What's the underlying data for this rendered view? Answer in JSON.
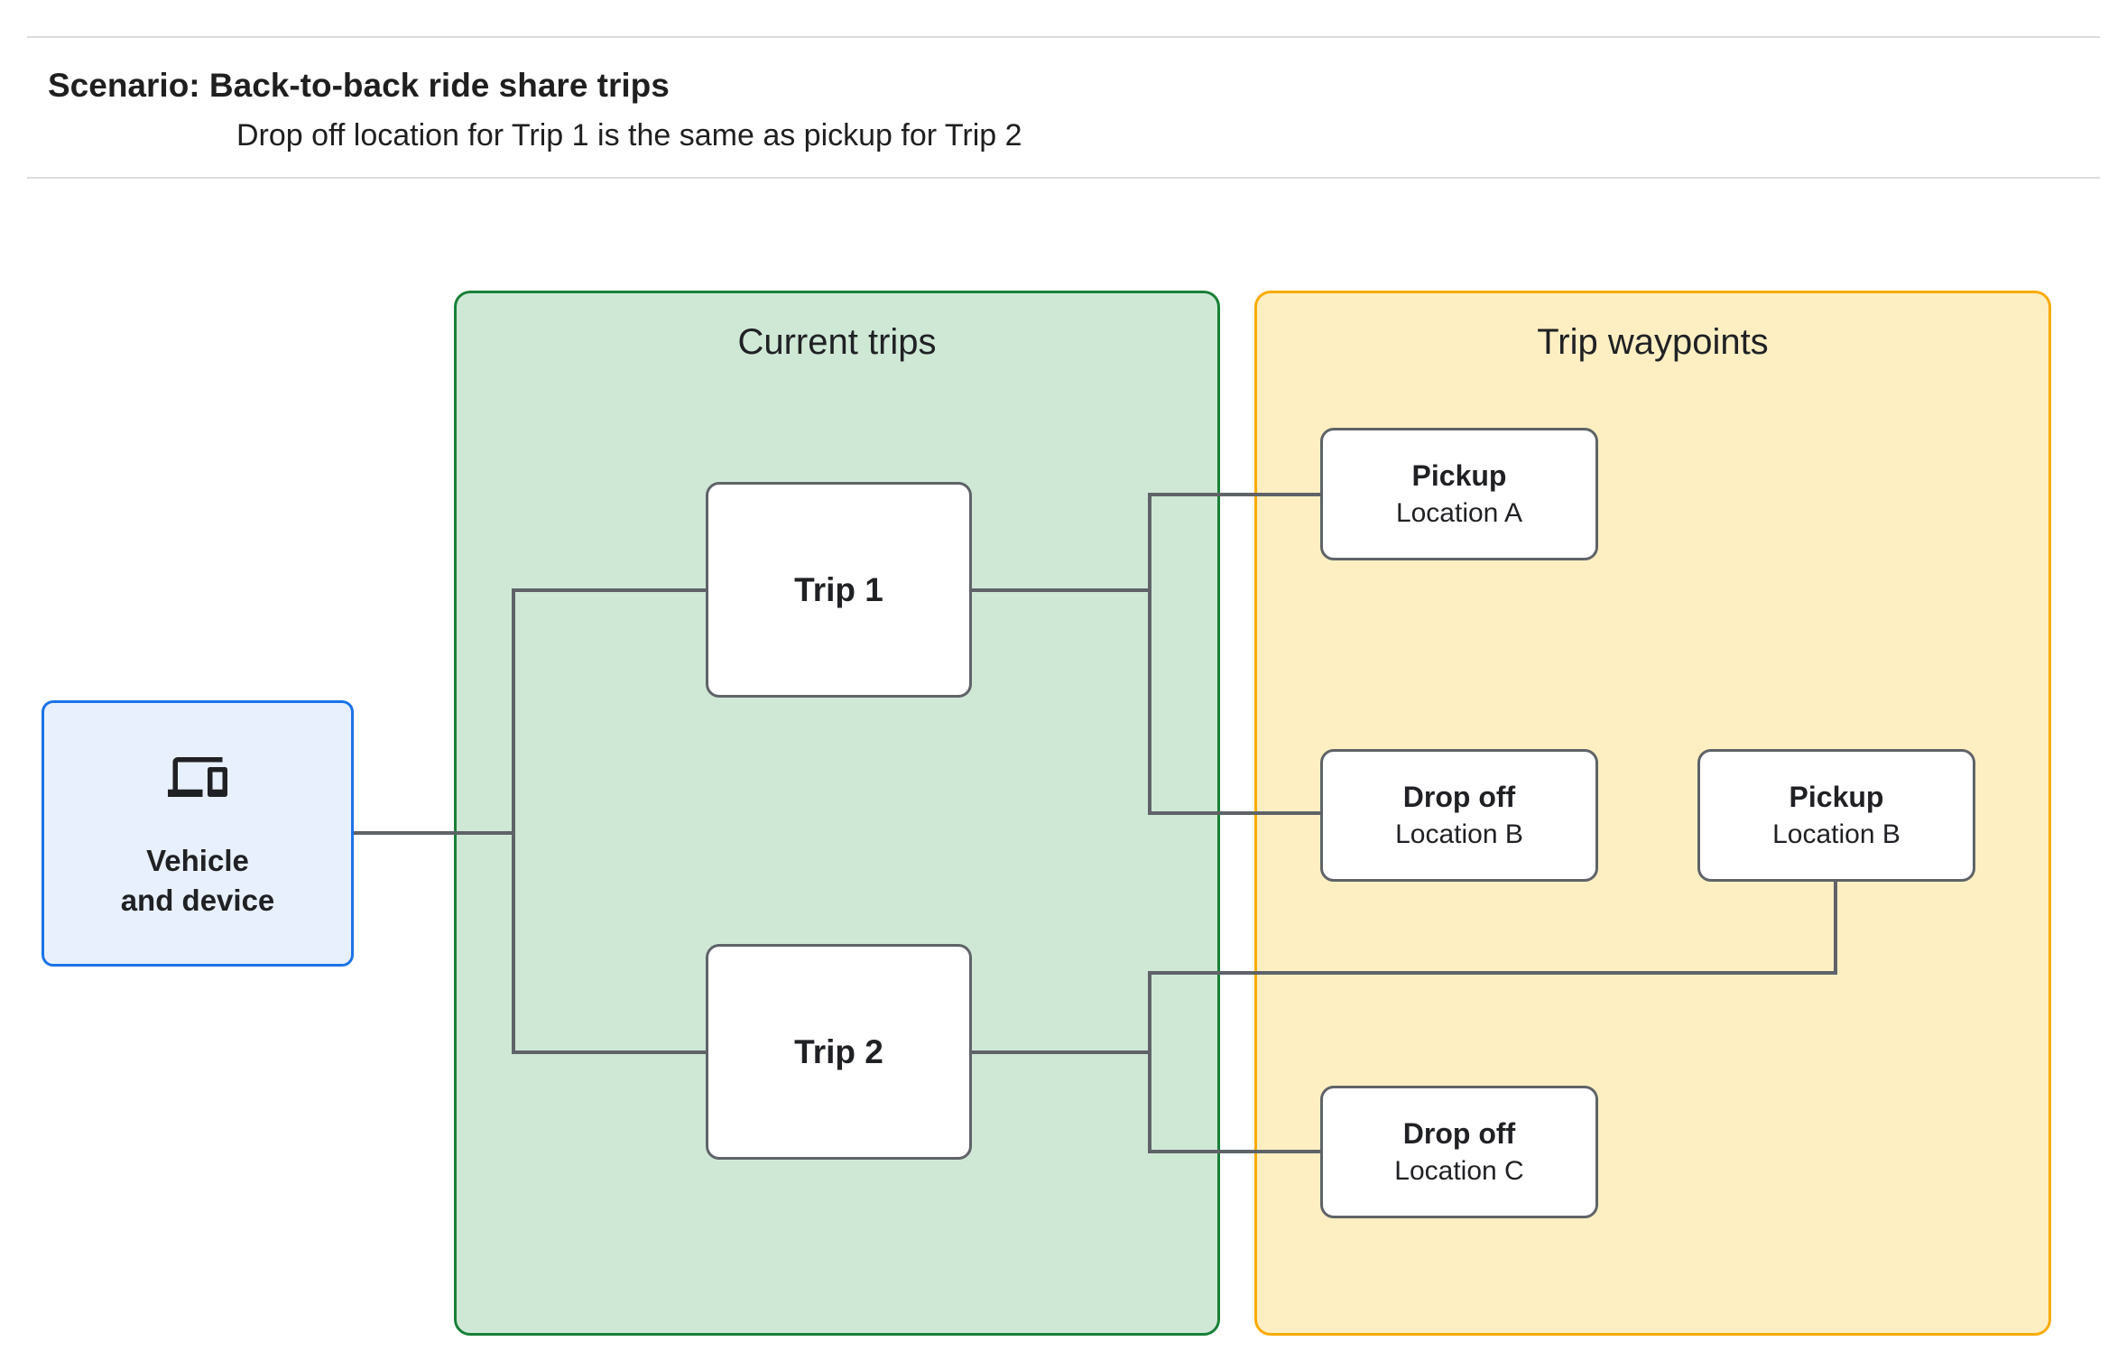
{
  "header": {
    "title": "Scenario: Back-to-back ride share trips",
    "subtitle": "Drop off  location for Trip 1 is the same as pickup for Trip 2"
  },
  "vehicle": {
    "label_line1": "Vehicle",
    "label_line2": "and device",
    "icon": "devices-icon"
  },
  "panels": {
    "current_trips": {
      "title": "Current trips",
      "fill": "#cfe8d6",
      "border": "#188038",
      "trips": [
        {
          "label": "Trip 1"
        },
        {
          "label": "Trip 2"
        }
      ]
    },
    "trip_waypoints": {
      "title": "Trip waypoints",
      "fill": "#feefc3",
      "border": "#f9ab00",
      "waypoints": [
        {
          "title": "Pickup",
          "subtitle": "Location A"
        },
        {
          "title": "Drop off",
          "subtitle": "Location B"
        },
        {
          "title": "Pickup",
          "subtitle": "Location B"
        },
        {
          "title": "Drop off",
          "subtitle": "Location C"
        }
      ]
    }
  },
  "colors": {
    "vehicle_fill": "#e8f0fe",
    "vehicle_border": "#1a73e8",
    "node_border": "#5f6368",
    "connector": "#5f6368",
    "divider": "#dadce0"
  }
}
